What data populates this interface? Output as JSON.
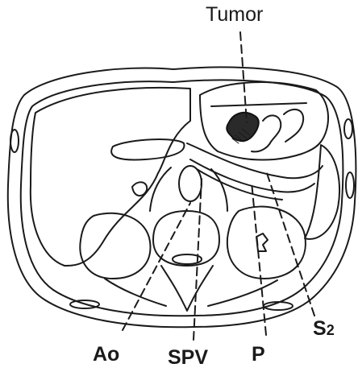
{
  "labels": {
    "tumor": "Tumor",
    "ao": "Ao",
    "spv": "SPV",
    "p": "P",
    "s2_letter": "S",
    "s2_number": "2"
  }
}
